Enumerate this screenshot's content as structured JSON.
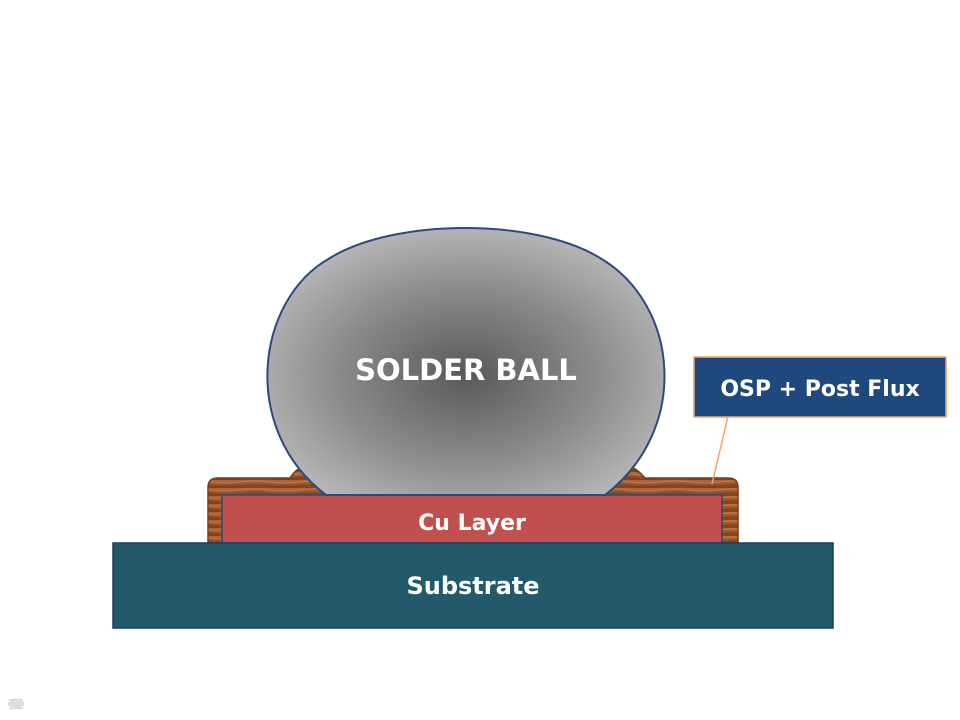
{
  "diagram": {
    "solder_ball": {
      "label": "SOLDER BALL"
    },
    "cu_layer": {
      "label": "Cu Layer"
    },
    "substrate": {
      "label": "Substrate"
    },
    "callout": {
      "label": "OSP + Post Flux"
    }
  },
  "colors": {
    "substrate": "#235a69",
    "cu_layer": "#c0504d",
    "callout_box": "#1f497d",
    "callout_border": "#f2a36b",
    "solder_outline": "#2e4a7a",
    "osp_coating": "#8a4a22",
    "label_text": "#ffffff"
  },
  "slide_controls": {
    "icons": [
      "previous-slide-icon",
      "pen-icon",
      "menu-icon",
      "next-slide-icon"
    ]
  }
}
